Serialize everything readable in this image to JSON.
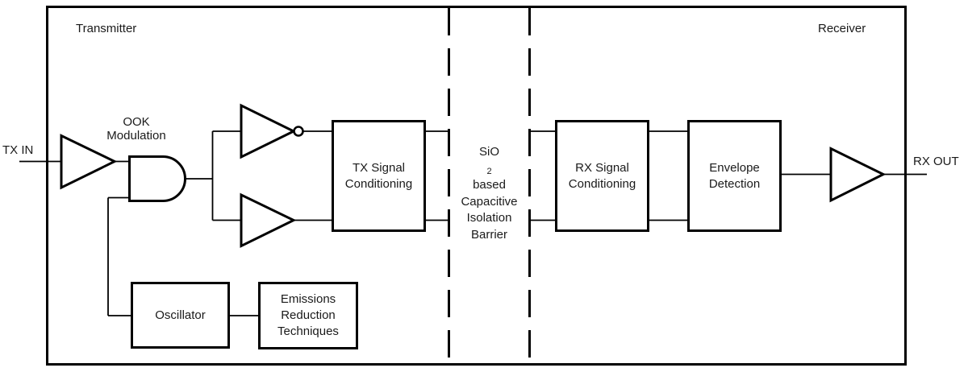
{
  "diagram": {
    "section_left_title": "Transmitter",
    "section_right_title": "Receiver",
    "input_label": "TX IN",
    "output_label": "RX OUT",
    "and_gate_caption": {
      "line1": "OOK",
      "line2": "Modulation"
    },
    "barrier_caption": {
      "formula_base": "SiO",
      "formula_sub": "2",
      "formula_suffix": " based",
      "line2": "Capacitive",
      "line3": "Isolation",
      "line4": "Barrier"
    },
    "blocks": {
      "tx_conditioning": {
        "line1": "TX Signal",
        "line2": "Conditioning"
      },
      "rx_conditioning": {
        "line1": "RX Signal",
        "line2": "Conditioning"
      },
      "envelope_detection": {
        "line1": "Envelope",
        "line2": "Detection"
      },
      "oscillator": {
        "label": "Oscillator"
      },
      "emissions": {
        "line1": "Emissions",
        "line2": "Reduction",
        "line3": "Techniques"
      }
    },
    "colors": {
      "line": "#000000",
      "text": "#1a1a1a",
      "background": "#ffffff"
    }
  }
}
